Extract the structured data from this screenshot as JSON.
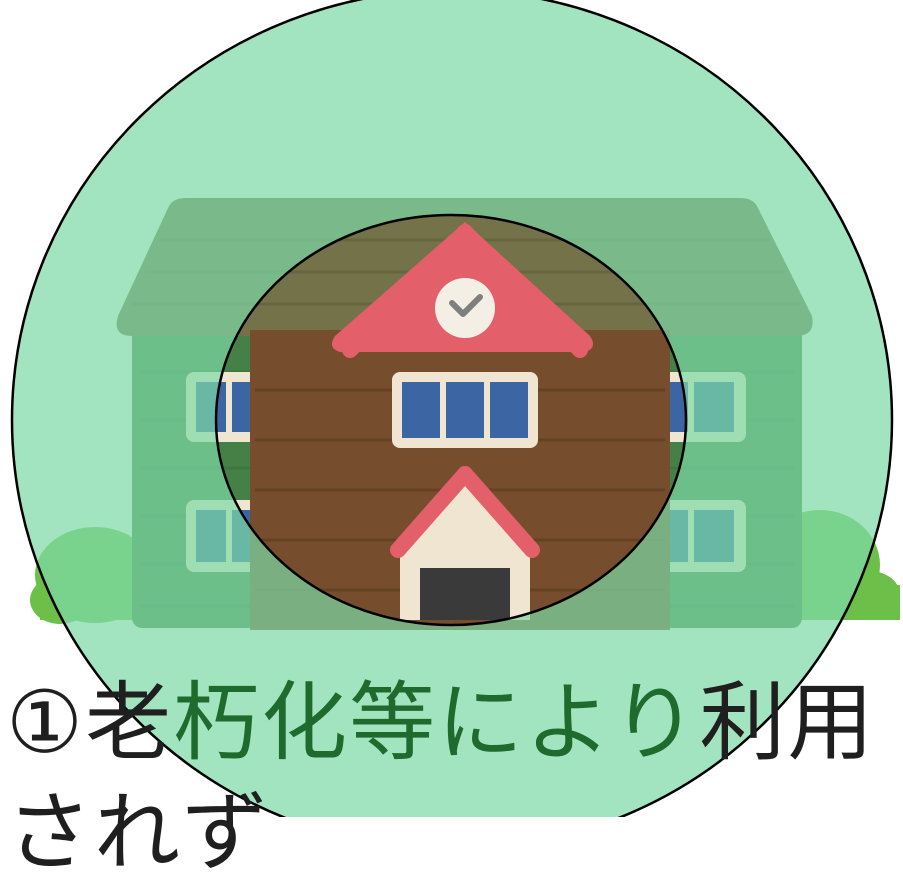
{
  "caption": {
    "line1": {
      "marker": "①",
      "outside_left": "老",
      "inside": "朽化等により",
      "outside_right": "利用"
    },
    "line2": {
      "text": "されず"
    }
  },
  "colors": {
    "outer_circle_fill": "#7fd9a8",
    "inner_circle_fill": "#ffffff",
    "circle_stroke": "#000000",
    "text_outside": "#1f1f1f",
    "text_inside": "#1f6b2e",
    "wall_green": "#3a7a3c",
    "roof_olive": "#6b6a3e",
    "center_wall_brown": "#6e4320",
    "center_roof_red": "#e25560",
    "window_blue": "#2f5d9e",
    "window_frame": "#efe4cf",
    "door_dark": "#2e2e2e",
    "bush_green": "#6cc04a"
  },
  "icons": {
    "building": "school-building-icon",
    "clock": "clock-icon"
  }
}
